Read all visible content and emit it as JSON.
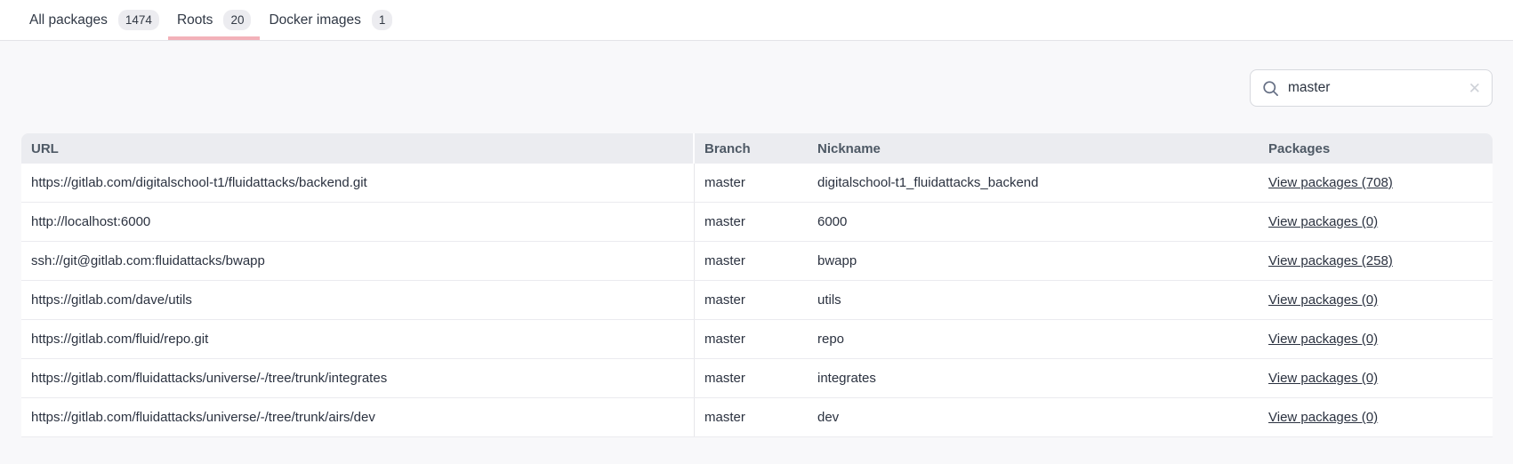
{
  "tabs": [
    {
      "label": "All packages",
      "count": "1474",
      "active": false
    },
    {
      "label": "Roots",
      "count": "20",
      "active": true
    },
    {
      "label": "Docker images",
      "count": "1",
      "active": false
    }
  ],
  "search": {
    "value": "master",
    "clear_glyph": "✕"
  },
  "table": {
    "headers": {
      "url": "URL",
      "branch": "Branch",
      "nickname": "Nickname",
      "packages": "Packages"
    },
    "rows": [
      {
        "url": "https://gitlab.com/digitalschool-t1/fluidattacks/backend.git",
        "branch": "master",
        "nickname": "digitalschool-t1_fluidattacks_backend",
        "packages": "View packages (708)"
      },
      {
        "url": "http://localhost:6000",
        "branch": "master",
        "nickname": "6000",
        "packages": "View packages (0)"
      },
      {
        "url": "ssh://git@gitlab.com:fluidattacks/bwapp",
        "branch": "master",
        "nickname": "bwapp",
        "packages": "View packages (258)"
      },
      {
        "url": "https://gitlab.com/dave/utils",
        "branch": "master",
        "nickname": "utils",
        "packages": "View packages (0)"
      },
      {
        "url": "https://gitlab.com/fluid/repo.git",
        "branch": "master",
        "nickname": "repo",
        "packages": "View packages (0)"
      },
      {
        "url": "https://gitlab.com/fluidattacks/universe/-/tree/trunk/integrates",
        "branch": "master",
        "nickname": "integrates",
        "packages": "View packages (0)"
      },
      {
        "url": "https://gitlab.com/fluidattacks/universe/-/tree/trunk/airs/dev",
        "branch": "master",
        "nickname": "dev",
        "packages": "View packages (0)"
      }
    ]
  },
  "icons": {
    "search": "magnifier",
    "clear": "x-cross"
  },
  "colors": {
    "active_tab_underline": "#f3b1b9",
    "badge_bg": "#ececf0",
    "panel_bg": "#f8f8fa",
    "header_bg": "#ebecf0",
    "text_dark": "#2b3240",
    "header_text": "#4e5965",
    "border": "#ebebef",
    "search_border": "#d7d9de"
  }
}
